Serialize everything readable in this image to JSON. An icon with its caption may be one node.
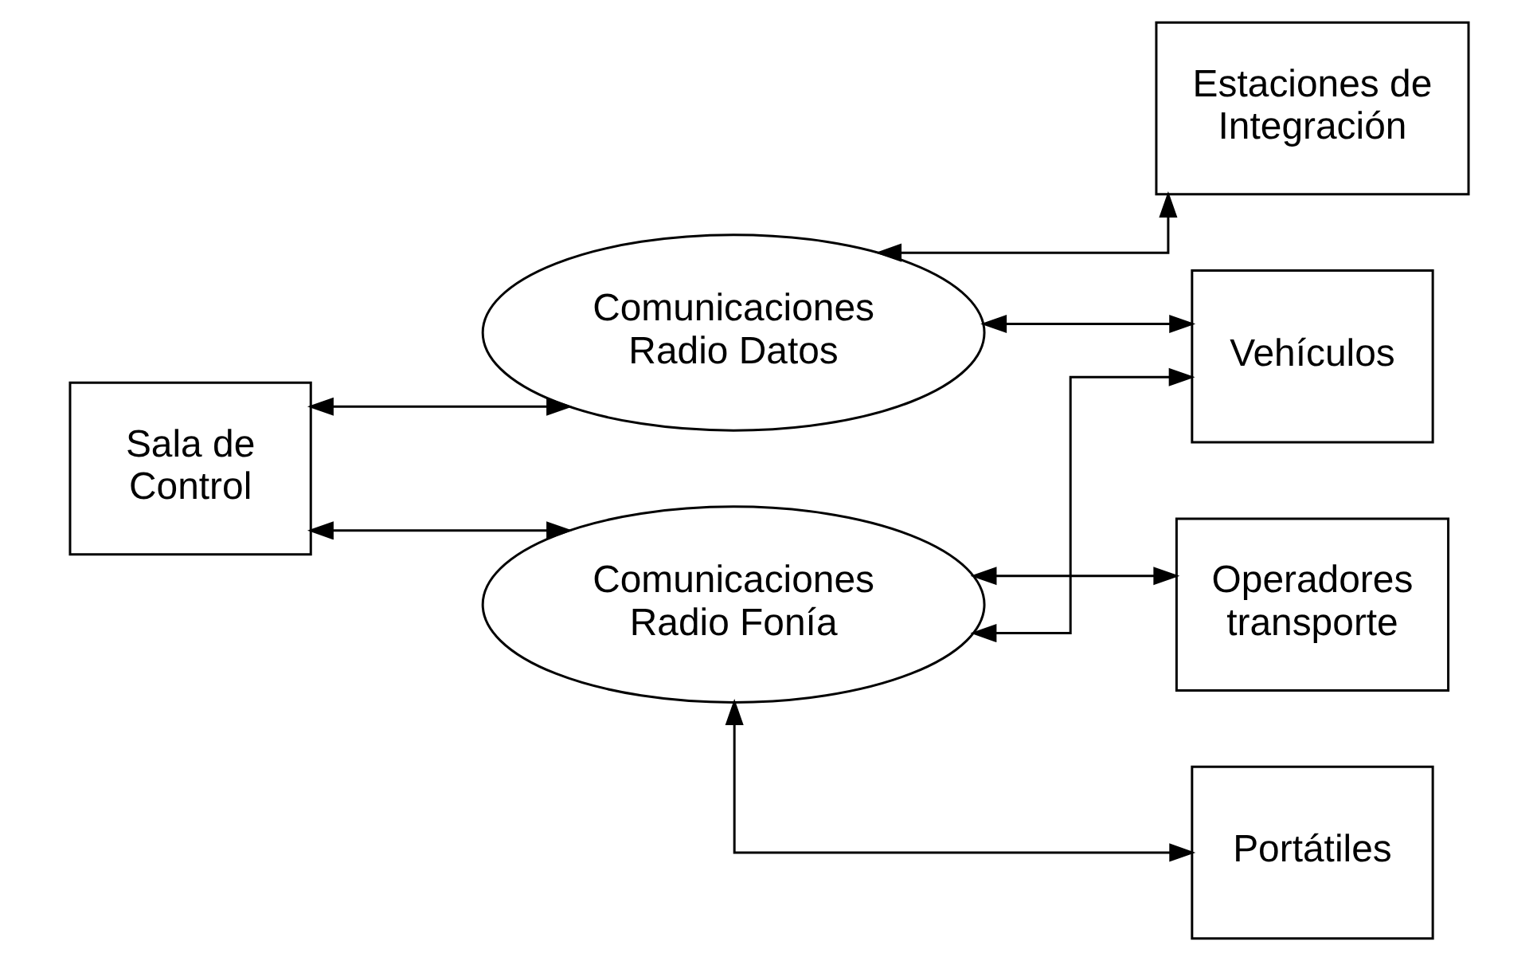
{
  "diagram": {
    "nodes": [
      {
        "text": [
          "Sala de Control"
        ]
      },
      {
        "text": [
          "Comunicaciones Radio Datos"
        ]
      },
      {
        "text": [
          "Comunicaciones Radio Fonía"
        ]
      },
      {
        "text": [
          "Estaciones de Integración"
        ]
      },
      {
        "text": [
          "Vehículos"
        ]
      },
      {
        "text": [
          "Operadores transporte"
        ]
      },
      {
        "text": [
          "Portátiles"
        ]
      }
    ],
    "edges": [
      {
        "from": 0,
        "to": 1,
        "arrow": "both"
      },
      {
        "from": 0,
        "to": 2,
        "arrow": "both"
      },
      {
        "from": 1,
        "to": 3,
        "arrow": "both"
      },
      {
        "from": 1,
        "to": 4,
        "arrow": "both"
      },
      {
        "from": 2,
        "to": 4,
        "arrow": "both"
      },
      {
        "from": 2,
        "to": 5,
        "arrow": "both"
      },
      {
        "from": 2,
        "to": 6,
        "arrow": "both"
      }
    ]
  }
}
